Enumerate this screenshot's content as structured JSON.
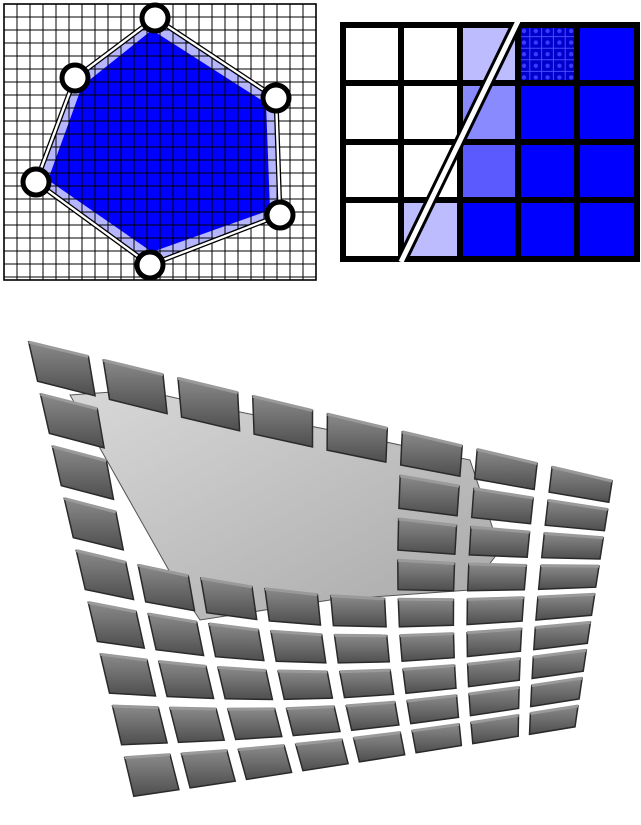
{
  "figure": {
    "panels": [
      {
        "id": "polygon-rasterization",
        "kind": "2d-grid-with-polygon",
        "vertex_count": 6
      },
      {
        "id": "cell-coverage-zoom",
        "kind": "zoomed-grid",
        "rows": 4,
        "cols": 5
      },
      {
        "id": "voxel-tile-surface",
        "kind": "3d-render"
      }
    ],
    "colors": {
      "full": "#0000ff",
      "dark": "#0000cc",
      "partial_high": "#5a5aff",
      "partial_mid": "#8a8aff",
      "partial_low": "#bcbcff",
      "grid": "#000000",
      "tile": "#6e6e6e",
      "tile_light": "#9a9a9a",
      "surface": "#c4c4c4"
    }
  }
}
